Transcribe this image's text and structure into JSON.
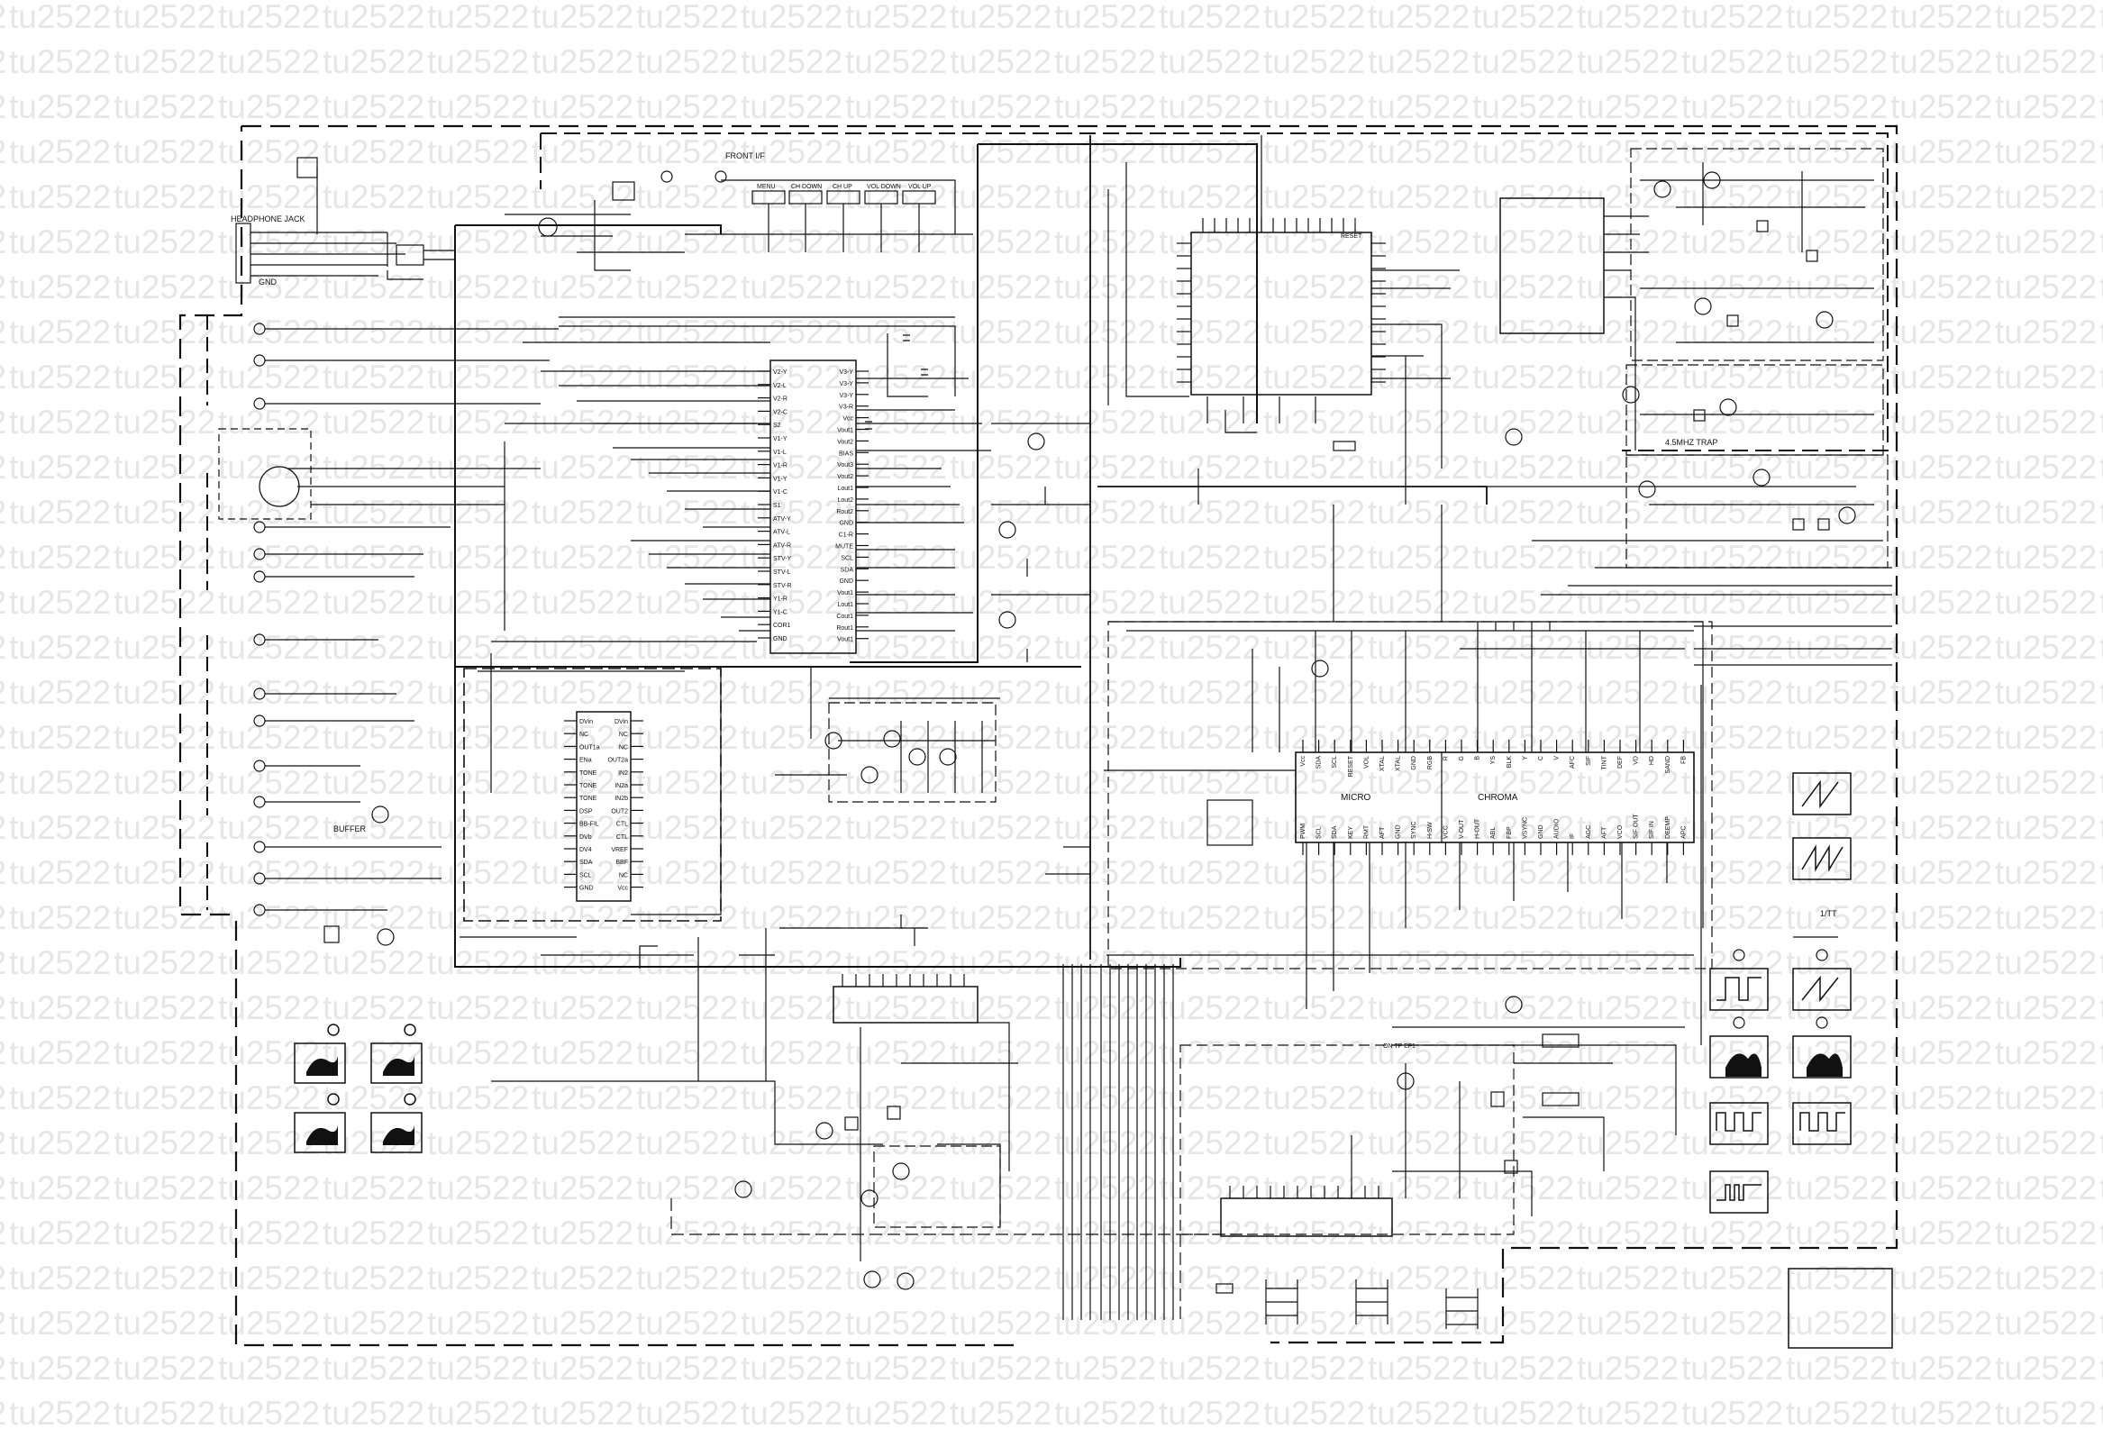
{
  "watermark": {
    "text": "tu2522",
    "color": "#e6e6e6"
  },
  "labels": {
    "headphone_jack": "HEADPHONE JACK",
    "gnd": "GND",
    "front_io": "FRONT I/F",
    "menu": "MENU",
    "ch_down": "CH DOWN",
    "ch_up": "CH UP",
    "vol_down": "VOL DOWN",
    "vol_up": "VOL UP",
    "buffer": "BUFFER",
    "micro": "MICRO",
    "chroma": "CHROMA",
    "xtal_4_5": "4.5MHZ TRAP",
    "tuner_ref": "ON TP EF1",
    "r_y": "1/TT",
    "reset_label": "RESET"
  },
  "switch_ic_pins_left": [
    "V2-Y",
    "V2-L",
    "V2-R",
    "V2-C",
    "S2",
    "V1-Y",
    "V1-L",
    "V1-R",
    "V1-Y",
    "V1-C",
    "S1",
    "ATV-Y",
    "ATV-L",
    "ATV-R",
    "STV-Y",
    "STV-L",
    "STV-R",
    "Y1-R",
    "Y1-C",
    "COR1",
    "GND"
  ],
  "switch_ic_pins_right": [
    "V3-Y",
    "V3-Y",
    "V3-Y",
    "V3-R",
    "Vcc",
    "Vout1",
    "Vout2",
    "BIAS",
    "Vout3",
    "Vout2",
    "Lout1",
    "Lout2",
    "Rout2",
    "GND",
    "C1-R",
    "MUTE",
    "SCL",
    "SDA",
    "GND",
    "Vout1",
    "Lout1",
    "Cout1",
    "Rout1",
    "Vout1"
  ],
  "audio_ic_pins_left": [
    "DVin",
    "NC",
    "OUT1a",
    "ENa",
    "TONE",
    "TONE",
    "TONE",
    "DSP",
    "BB-FIL",
    "DVb",
    "DV4",
    "SDA",
    "SCL",
    "GND"
  ],
  "audio_ic_pins_right": [
    "DVin",
    "NC",
    "NC",
    "OUT2a",
    "IN2",
    "IN2a",
    "IN2b",
    "OUT2",
    "CTL",
    "CTL",
    "VREF",
    "BBF",
    "NC",
    "Vcc"
  ],
  "chroma_pins_top": [
    "Vcc",
    "SDA",
    "SCL",
    "RESET",
    "VOL",
    "XTAL",
    "XTAL",
    "GND",
    "RGB",
    "R",
    "G",
    "B",
    "YS",
    "BLK",
    "Y",
    "C",
    "V",
    "AFC",
    "SIF",
    "TINT",
    "DEF",
    "VD",
    "HD",
    "SAND",
    "FB"
  ],
  "chroma_pins_bottom": [
    "PWM",
    "SCL",
    "SDA",
    "KEY",
    "RMT",
    "AFT",
    "GND",
    "SYNC",
    "H-SW",
    "VCC",
    "V-OUT",
    "H-OUT",
    "ABL",
    "FBP",
    "VSYNC",
    "GND",
    "AUDIO",
    "IF",
    "AGC",
    "AFT",
    "VCO",
    "SIF OUT",
    "SIF IN",
    "DEEMP",
    "APC"
  ]
}
